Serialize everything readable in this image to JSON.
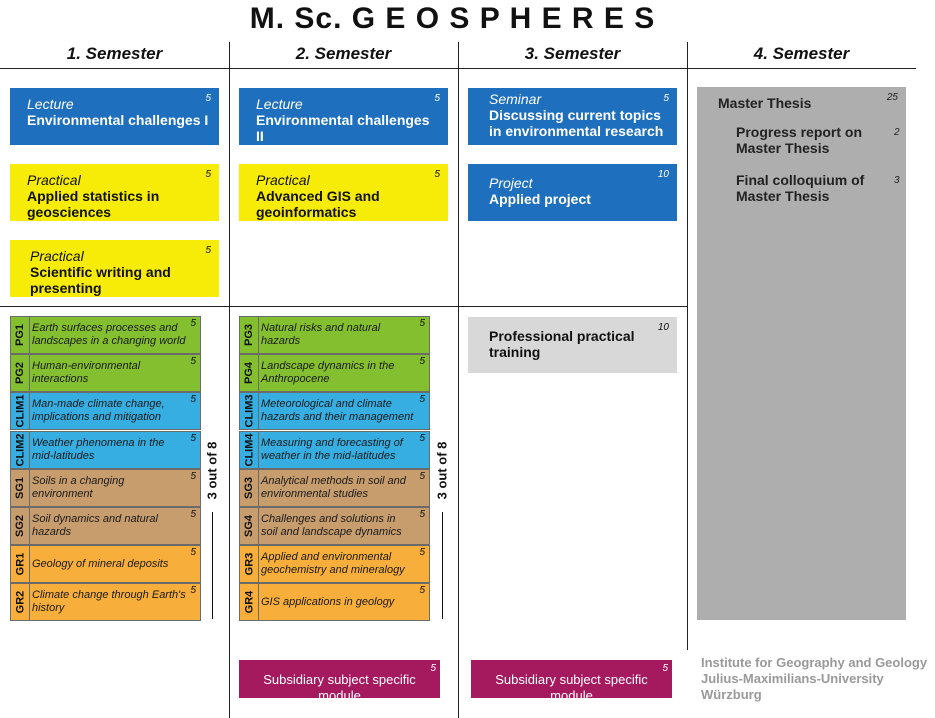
{
  "title": "M. Sc. G E O S P H E R E S",
  "semesters": [
    "1. Semester",
    "2. Semester",
    "3. Semester",
    "4. Semester"
  ],
  "sem1": {
    "lecture": {
      "kind": "Lecture",
      "name": "Environmental challenges I",
      "cp": "5"
    },
    "practical1": {
      "kind": "Practical",
      "name": "Applied statistics in geosciences",
      "cp": "5"
    },
    "practical2": {
      "kind": "Practical",
      "name": "Scientific writing and presenting",
      "cp": "5"
    }
  },
  "sem2": {
    "lecture": {
      "kind": "Lecture",
      "name": "Environmental challenges II",
      "cp": "5"
    },
    "practical": {
      "kind": "Practical",
      "name": "Advanced GIS and geoinformatics",
      "cp": "5"
    }
  },
  "sem3": {
    "seminar": {
      "kind": "Seminar",
      "name": "Discussing current topics in environmental research",
      "cp": "5"
    },
    "project": {
      "kind": "Project",
      "name": "Applied project",
      "cp": "10"
    },
    "training": {
      "name": "Professional practical training",
      "cp": "10"
    }
  },
  "sem4": {
    "thesis": {
      "name": "Master Thesis",
      "cp": "25"
    },
    "progress": {
      "name": "Progress report on Master Thesis",
      "cp": "2"
    },
    "colloquium": {
      "name": "Final colloquium of Master Thesis",
      "cp": "3"
    }
  },
  "electives1": [
    {
      "code": "PG1",
      "name": "Earth surfaces processes and landscapes in a changing world",
      "cp": "5"
    },
    {
      "code": "PG2",
      "name": "Human-environmental interactions",
      "cp": "5"
    },
    {
      "code": "CLIM1",
      "name": "Man-made climate change, implications and mitigation",
      "cp": "5"
    },
    {
      "code": "CLIM2",
      "name": "Weather phenomena in the mid-latitudes",
      "cp": "5"
    },
    {
      "code": "SG1",
      "name": "Soils in a changing environment",
      "cp": "5"
    },
    {
      "code": "SG2",
      "name": "Soil dynamics and natural hazards",
      "cp": "5"
    },
    {
      "code": "GR1",
      "name": "Geology of mineral deposits",
      "cp": "5"
    },
    {
      "code": "GR2",
      "name": "Climate change through Earth's history",
      "cp": "5"
    }
  ],
  "electives2": [
    {
      "code": "PG3",
      "name": "Natural risks and natural hazards",
      "cp": "5"
    },
    {
      "code": "PG4",
      "name": "Landscape dynamics in the Anthropocene",
      "cp": "5"
    },
    {
      "code": "CLIM3",
      "name": "Meteorological and climate hazards and their management",
      "cp": "5"
    },
    {
      "code": "CLIM4",
      "name": "Measuring and forecasting of weather in the mid-latitudes",
      "cp": "5"
    },
    {
      "code": "SG3",
      "name": "Analytical methods in soil and environmental studies",
      "cp": "5"
    },
    {
      "code": "SG4",
      "name": "Challenges and solutions in soil and landscape dynamics",
      "cp": "5"
    },
    {
      "code": "GR3",
      "name": "Applied and environmental geochemistry and mineralogy",
      "cp": "5"
    },
    {
      "code": "GR4",
      "name": "GIS applications in geology",
      "cp": "5"
    }
  ],
  "choice_rule": "3 out of 8",
  "subsidiary": {
    "name": "Subsidiary subject specific module",
    "cp": "5"
  },
  "institute": [
    "Institute for Geography and Geology",
    "Julius-Maximilians-University",
    "Würzburg"
  ],
  "colors": {
    "lecture": "#1e6fbd",
    "practical": "#f7ec08",
    "pg": "#83bf2f",
    "clim": "#36aee2",
    "sg": "#c79d6e",
    "gr": "#f7ae3b",
    "subsidiary": "#a5195f",
    "thesis": "#aeaeae",
    "training": "#d8d8d8"
  }
}
